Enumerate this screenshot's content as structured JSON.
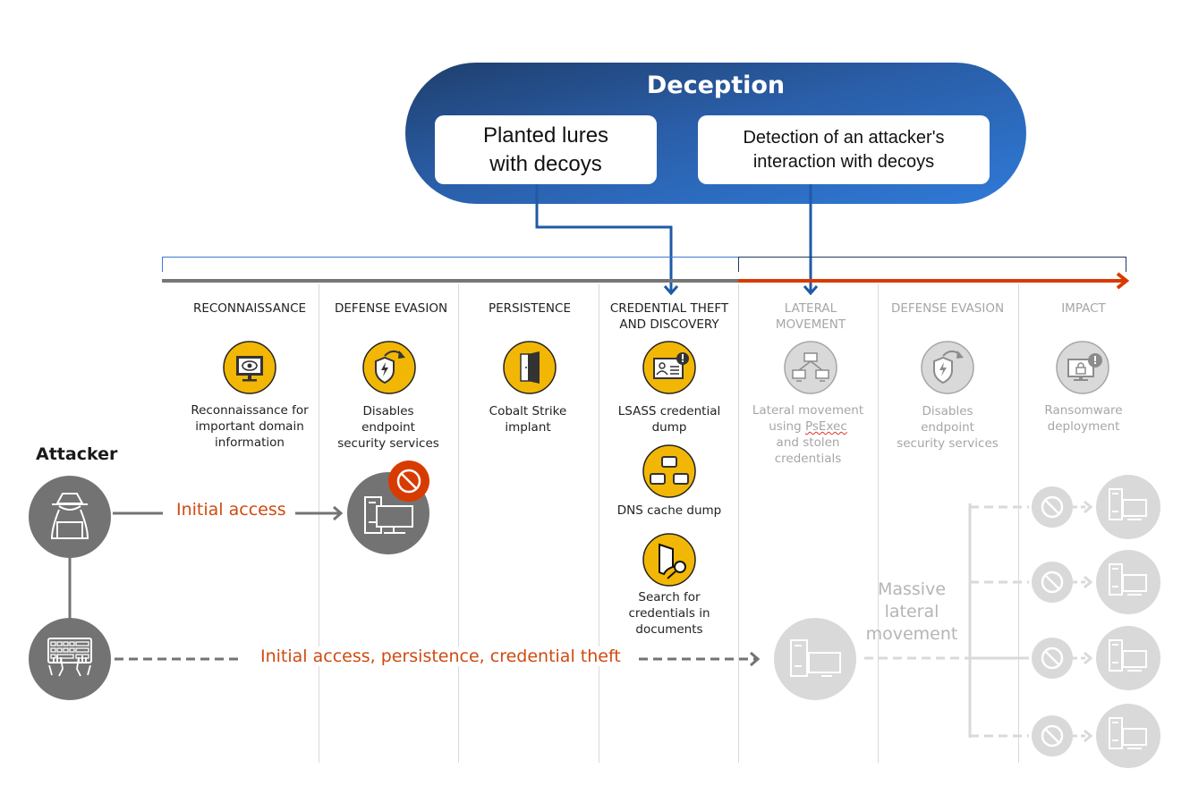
{
  "deception": {
    "title": "Deception",
    "boxes": [
      {
        "label": "Planted lures\nwith decoys"
      },
      {
        "label": "Detection of an attacker's\ninteraction with decoys"
      }
    ],
    "color": "#2a63b5"
  },
  "timeline": {
    "pre_color": "#767676",
    "post_color": "#d83b01"
  },
  "columns": [
    {
      "header": "RECONNAISSANCE",
      "active": true,
      "techniques": [
        {
          "icon": "monitor-eye-icon",
          "label": "Reconnaissance for\nimportant domain\ninformation"
        }
      ]
    },
    {
      "header": "DEFENSE EVASION",
      "active": true,
      "techniques": [
        {
          "icon": "shield-bolt-icon",
          "label": "Disables\nendpoint\nsecurity services"
        }
      ]
    },
    {
      "header": "PERSISTENCE",
      "active": true,
      "techniques": [
        {
          "icon": "door-icon",
          "label": "Cobalt Strike\nimplant"
        }
      ]
    },
    {
      "header": "CREDENTIAL THEFT\nAND DISCOVERY",
      "active": true,
      "techniques": [
        {
          "icon": "id-card-alert-icon",
          "label": "LSASS credential\ndump"
        },
        {
          "icon": "network-boxes-icon",
          "label": "DNS cache dump"
        },
        {
          "icon": "document-search-icon",
          "label": "Search for\ncredentials in\ndocuments"
        }
      ]
    },
    {
      "header": "LATERAL\nMOVEMENT",
      "active": false,
      "techniques": [
        {
          "icon": "network-computers-icon",
          "label_pre": "Lateral movement\nusing ",
          "label_flagged": "PsExec",
          "label_post": "\nand stolen\ncredentials"
        }
      ]
    },
    {
      "header": "DEFENSE EVASION",
      "active": false,
      "techniques": [
        {
          "icon": "shield-bolt-icon",
          "label": "Disables\nendpoint\nsecurity services"
        }
      ]
    },
    {
      "header": "IMPACT",
      "active": false,
      "techniques": [
        {
          "icon": "monitor-lock-alert-icon",
          "label": "Ransomware\ndeployment"
        }
      ]
    }
  ],
  "attacker": {
    "label": "Attacker",
    "flow1_label": "Initial access",
    "flow2_label": "Initial access, persistence, credential theft",
    "massive_label": "Massive\nlateral\nmovement",
    "label_color": "#d04a10"
  },
  "icon_colors": {
    "active_fill": "#f2b705",
    "dim_fill": "#d9d9d9",
    "attacker_fill": "#737373",
    "block_fill": "#d83b01"
  }
}
